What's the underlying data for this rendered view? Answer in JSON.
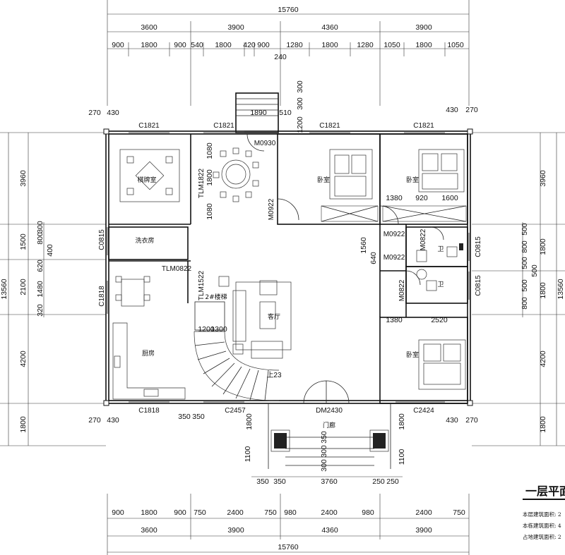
{
  "title": "一层平面",
  "notes": [
    "本层建筑面积: 2",
    "本栋建筑面积: 4",
    "占地建筑面积: 2"
  ],
  "dims": {
    "top_total": "15760",
    "top_major": [
      "3600",
      "3900",
      "4360",
      "3900"
    ],
    "top_minor": [
      "900",
      "1800",
      "900",
      "540",
      "1800",
      "420",
      "900",
      "1280",
      "1800",
      "1280",
      "1050",
      "1800",
      "1050"
    ],
    "top_240": "240",
    "bottom_total": "15760",
    "bottom_major": [
      "3600",
      "3900",
      "4360",
      "3900"
    ],
    "bottom_minor": [
      "900",
      "1800",
      "900",
      "750",
      "2400",
      "750",
      "980",
      "2400",
      "980",
      "2400",
      "750"
    ],
    "left_total": "13560",
    "left_major": [
      "3960",
      "1500",
      "2100",
      "4200",
      "1800"
    ],
    "left_minor": [
      "800",
      "300",
      "400",
      "620",
      "1480",
      "320"
    ],
    "right_total": "13560",
    "right_major": [
      "3960",
      "1800",
      "1800",
      "4200",
      "1800"
    ],
    "right_minor": [
      "500",
      "800",
      "500",
      "500",
      "500",
      "800"
    ],
    "corner_270": "270",
    "corner_430": "430",
    "stair_1890": "1890",
    "stair_510": "510",
    "stair_1200": "1200",
    "stair_300a": "300",
    "stair_300b": "300",
    "bed_1380a": "1380",
    "bed_920": "920",
    "bed_1600": "1600",
    "bed_1380b": "1380",
    "bed_2520": "2520",
    "hall_1560": "1560",
    "hall_640": "640",
    "win_1080a": "1080",
    "win_1080b": "1080",
    "win_1800": "1800",
    "stair_1200b": "1200",
    "stair_1300": "1300",
    "porch_350a": "350",
    "porch_350b": "350",
    "porch_1800": "1800",
    "porch_1100a": "1100",
    "porch_1100b": "1100",
    "porch_1800b": "1800",
    "porch_300a": "300",
    "porch_300b": "300",
    "porch_350c": "350",
    "porch_bottom": [
      "350",
      "350",
      "3760",
      "250",
      "250"
    ]
  },
  "codes": {
    "c1821_a": "C1821",
    "c1821_b": "C1821",
    "c1821_c": "C1821",
    "c1821_d": "C1821",
    "m0930": "M0930",
    "tlm1822": "TLM1822",
    "m0922_a": "M0922",
    "m0922_b": "M0922",
    "m0922_c": "M0922",
    "m0822_a": "M0822",
    "m0822_b": "M0822",
    "c0815_a": "C0815",
    "c0815_b": "C0815",
    "c0815_c": "C0815",
    "tlm0822": "TLM0822",
    "tlm1522": "TLM1522",
    "c1818_a": "C1818",
    "c1818_b": "C1818",
    "c2457": "C2457",
    "dm2430": "DM2430",
    "c2424": "C2424",
    "up23": "上23"
  },
  "rooms": {
    "mahjong": "棋牌室",
    "bedroom_a": "卧室",
    "bedroom_b": "卧室",
    "bedroom_c": "卧室",
    "laundry": "洗衣房",
    "bath_a": "卫",
    "bath_b": "卫",
    "stairs": "2#楼梯",
    "living": "客厅",
    "kitchen": "厨房",
    "porch": "门廊"
  }
}
